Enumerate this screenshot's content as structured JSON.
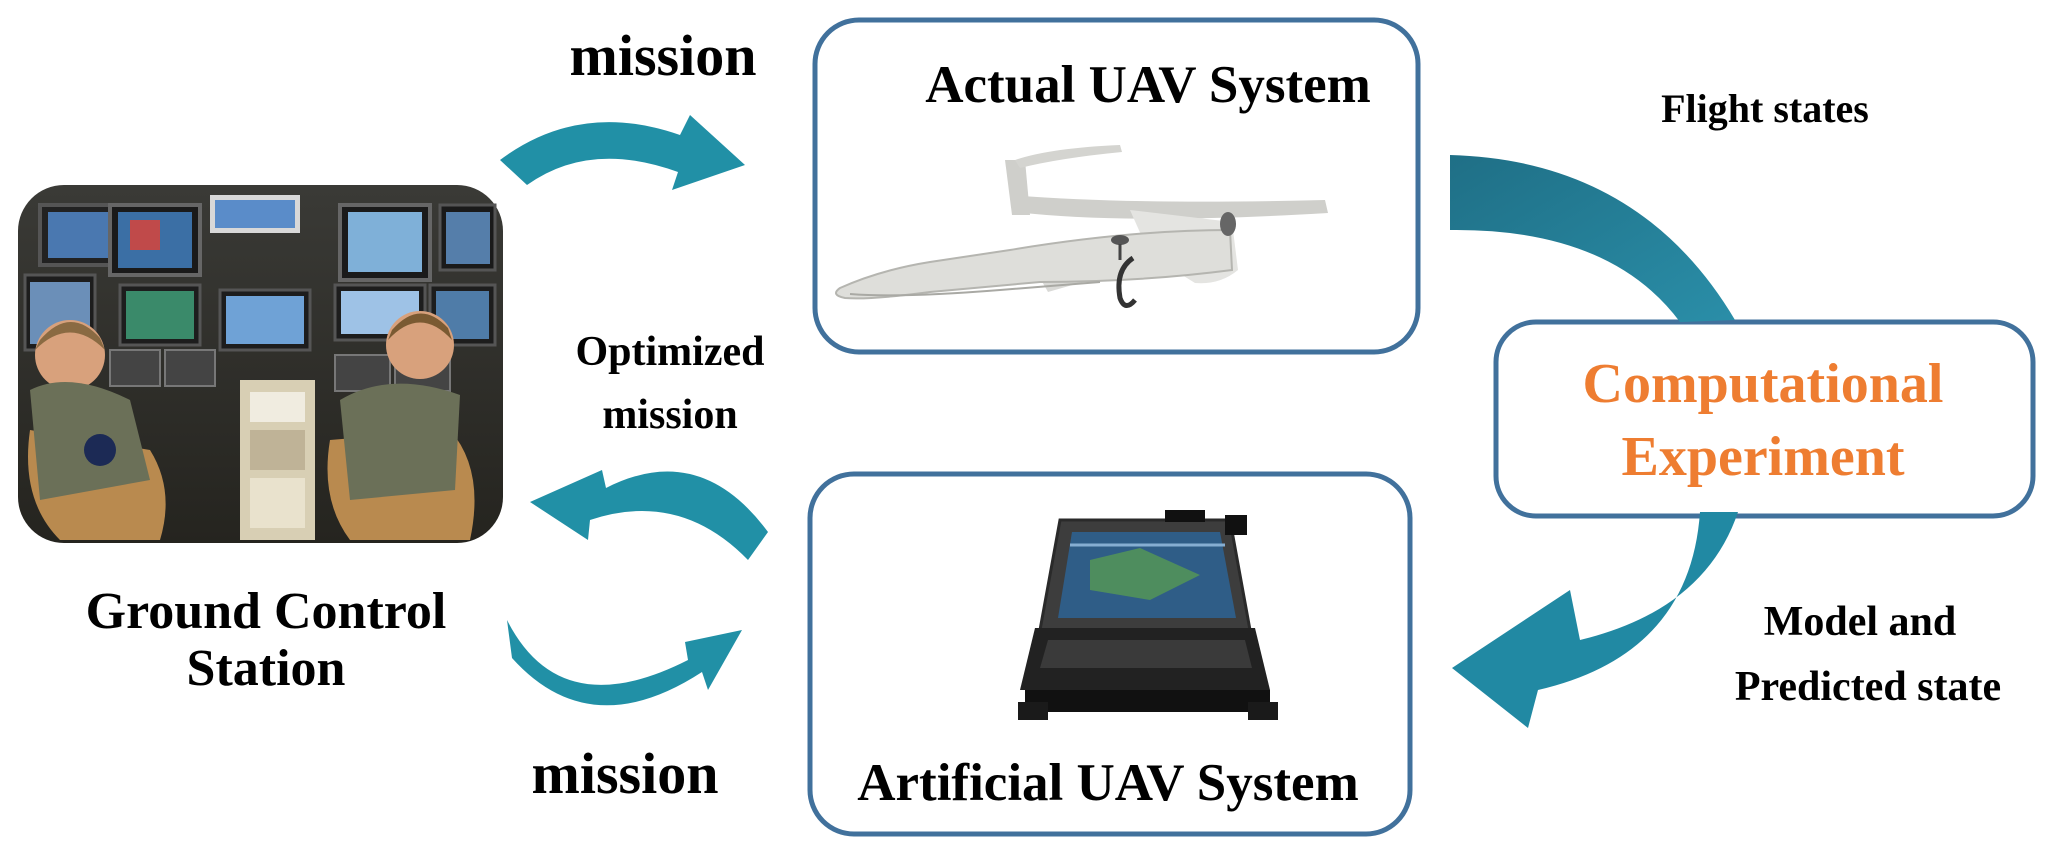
{
  "labels": {
    "mission_top": "mission",
    "actual_system": "Actual UAV System",
    "flight_states": "Flight states",
    "computational_line1": "Computational",
    "computational_line2": "Experiment",
    "optimized_line1": "Optimized",
    "optimized_line2": "mission",
    "ground_line1": "Ground Control",
    "ground_line2": "Station",
    "model_line1": "Model and",
    "model_line2": "Predicted state",
    "mission_bottom": "mission",
    "artificial_system": "Artificial UAV System"
  },
  "colors": {
    "arrow": "#2190a6",
    "arrow_dark": "#1a6e82",
    "box_border": "#41719c",
    "accent_text": "#ee7d31"
  },
  "icons": {
    "ground_station": "ground-control-station-photo",
    "uav": "fixed-wing-uav-icon",
    "laptop": "rugged-laptop-icon"
  }
}
